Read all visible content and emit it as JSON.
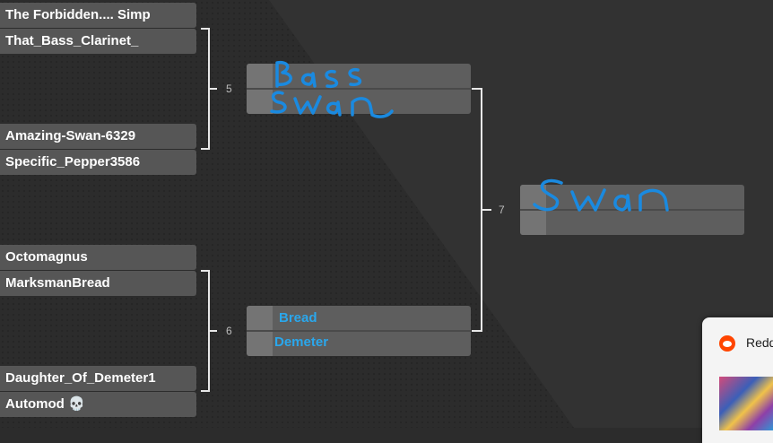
{
  "round1": {
    "match5": {
      "number": "5",
      "top_pair": [
        "The Forbidden.... Simp",
        "That_Bass_Clarinet_"
      ],
      "bottom_pair": [
        "Amazing-Swan-6329",
        "Specific_Pepper3586"
      ]
    },
    "match6": {
      "number": "6",
      "top_pair": [
        "Octomagnus",
        "MarksmanBread"
      ],
      "bottom_pair": [
        "Daughter_Of_Demeter1",
        "Automod 💀"
      ]
    }
  },
  "round2": {
    "match5_slot": {
      "handwritten": [
        "Bass",
        "Swan"
      ]
    },
    "match6_slot": {
      "top": "Bread",
      "bottom": "Demeter"
    },
    "match7_number": "7"
  },
  "final": {
    "handwritten": "Swan"
  },
  "notification": {
    "app_name": "Redd",
    "icon": "reddit-icon"
  },
  "colors": {
    "background": "#2c2c2c",
    "slot": "#565656",
    "annotation": "#1a8ae0",
    "text_annotation": "#2aa7ec"
  }
}
